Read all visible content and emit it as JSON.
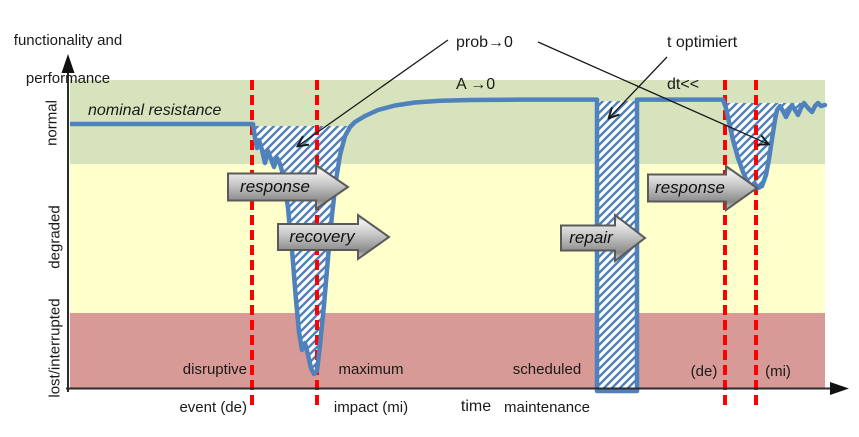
{
  "axis": {
    "y_title_line1": "functionality and",
    "y_title_line2": "performance",
    "x_title": "time"
  },
  "bands": {
    "normal_label": "normal",
    "degraded_label": "degraded",
    "lost_label": "lost/interrupted"
  },
  "curve": {
    "nominal_label": "nominal resistance"
  },
  "annotations": {
    "prob_line1": "prob→0",
    "prob_line2": "A →0",
    "topt_line1": "t optimiert",
    "topt_line2": "dt<<"
  },
  "arrows": {
    "response1": "response",
    "recovery": "recovery",
    "repair": "repair",
    "response2": "response"
  },
  "events": {
    "disruptive_line1": "disruptive",
    "disruptive_line2": "event (de)",
    "max_impact_line1": "maximum",
    "max_impact_line2": "impact (mi)",
    "maintenance_line1": "scheduled",
    "maintenance_line2": "maintenance",
    "de2": "(de)",
    "mi2": "(mi)"
  },
  "colors": {
    "band_normal": "#d6e3bc",
    "band_degraded": "#ffffcc",
    "band_lost": "#d79a97",
    "curve_blue": "#4f81bd",
    "event_red": "#ff0000",
    "arrow_gray": "#b5b5b5"
  }
}
